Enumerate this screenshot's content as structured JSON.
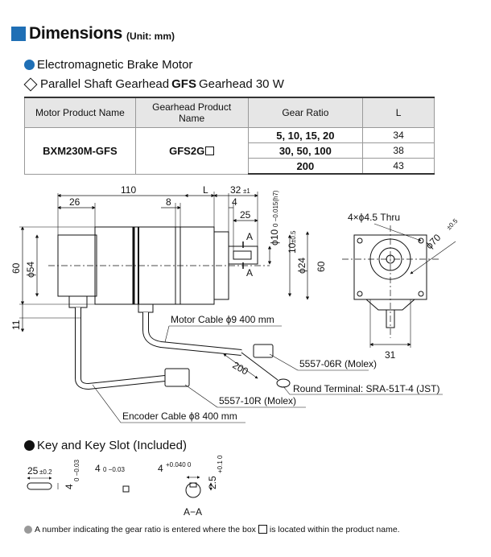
{
  "heading": {
    "title": "Dimensions",
    "unit": "(Unit: mm)"
  },
  "section": {
    "title": "Electromagnetic Brake Motor"
  },
  "gearhead": {
    "prefix": "Parallel Shaft Gearhead",
    "brand": "GFS",
    "suffix": "Gearhead 30 W"
  },
  "table": {
    "headers": [
      "Motor Product Name",
      "Gearhead Product Name",
      "Gear Ratio",
      "L"
    ],
    "motor": "BXM230M-GFS",
    "gearhead": "GFS2G",
    "rows": [
      {
        "ratio": "5, 10, 15, 20",
        "L": "34"
      },
      {
        "ratio": "30, 50, 100",
        "L": "38"
      },
      {
        "ratio": "200",
        "L": "43"
      }
    ]
  },
  "drawing": {
    "dims": {
      "d110": "110",
      "dL": "L",
      "d32": "32",
      "d32tol": "±1",
      "d26": "26",
      "d8": "8",
      "d4": "4",
      "d25": "25",
      "dphi10": "ϕ10",
      "dphi10tol": "0 −0.015(h7)",
      "d10": "10",
      "d10tol": "±0.5",
      "dphi24": "ϕ24",
      "d60box": "60",
      "d60": "60",
      "dphi54": "ϕ54",
      "d11": "11",
      "d200": "200",
      "d31": "31",
      "holes": "4×ϕ4.5 Thru",
      "phi70": "ϕ70",
      "phi70tol": "±0.5",
      "A": "A"
    },
    "callouts": {
      "motor_cable": "Motor Cable ϕ9  400 mm",
      "conn6": "5557-06R (Molex)",
      "terminal": "Round Terminal: SRA-51T-4 (JST)",
      "conn10": "5557-10R (Molex)",
      "encoder_cable": "Encoder Cable ϕ8  400 mm"
    }
  },
  "key": {
    "title": "Key and Key Slot (Included)",
    "d25": "25",
    "d25tol": "±0.2",
    "d4a": "4",
    "d4atol": "0 −0.03",
    "d4b": "4",
    "d4btol": "0 −0.03",
    "d4c": "4",
    "d4ctol": "+0.040 0",
    "d25b": "2.5",
    "d25btol": "+0.1 0",
    "section": "A−A"
  },
  "note": {
    "before": "A number indicating the gear ratio is entered where the box",
    "after": "is located within the product name."
  }
}
